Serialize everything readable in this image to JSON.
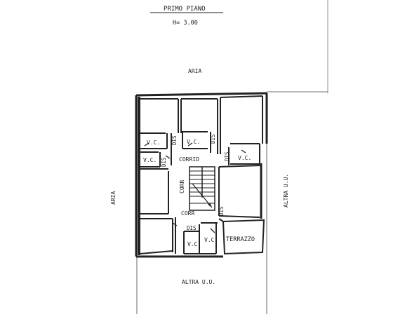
{
  "header": {
    "title": "PRIMO PIANO",
    "height": "H= 3.00"
  },
  "surroundings": {
    "top": "ARIA",
    "left": "ARIA",
    "right": "ALTRA U.U.",
    "bottom": "ALTRA U.U."
  },
  "rooms": {
    "wc_1": "V.C.",
    "wc_2": "V.C.",
    "wc_3": "V.C.",
    "wc_4": "V.C.",
    "wc_5": "V.C.",
    "wc_6": "V.C.",
    "dis_1": "DIS",
    "dis_2": "DIS",
    "dis_3": "DIS",
    "dis_4": "DIS",
    "dis_5": "DIS",
    "dis_6": "DIS",
    "corrid": "CORRID",
    "corr_vertical": "CORR",
    "corr_lower": "CORR",
    "terrazzo": "TERRAZZO"
  }
}
